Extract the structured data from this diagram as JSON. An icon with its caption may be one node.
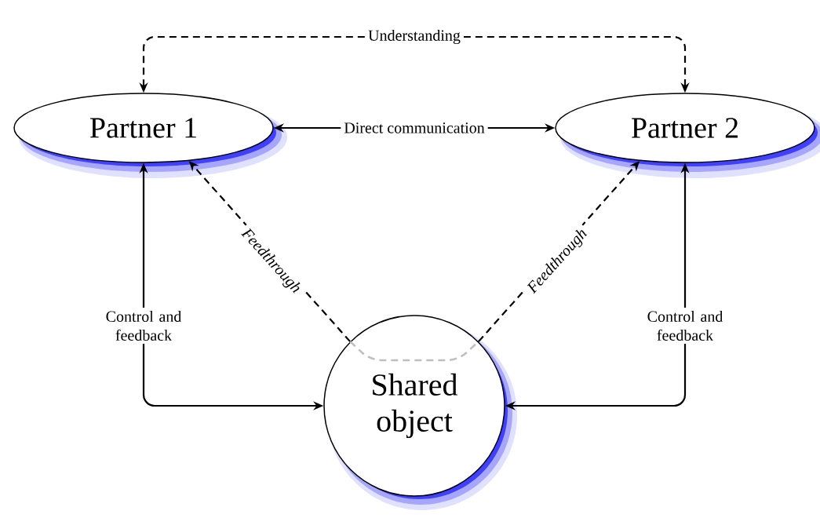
{
  "diagram": {
    "nodes": [
      {
        "text": [
          "Partner 1"
        ]
      },
      {
        "text": [
          "Partner 2"
        ]
      },
      {
        "text": [
          "Shared object"
        ]
      }
    ],
    "edges": [
      {
        "from": 0,
        "to": 1,
        "arrow": "both",
        "label": "Understanding",
        "style": "dashed"
      },
      {
        "from": 0,
        "to": 1,
        "arrow": "both",
        "label": "Direct communication"
      },
      {
        "from": 2,
        "to": 0,
        "arrow": "to",
        "label": "*Feedthrough*",
        "style": "dashed"
      },
      {
        "from": 2,
        "to": 1,
        "arrow": "to",
        "label": "*Feedthrough*",
        "style": "dashed"
      },
      {
        "from": 0,
        "to": 2,
        "arrow": "both",
        "label": "Control and feedback"
      },
      {
        "from": 1,
        "to": 2,
        "arrow": "both",
        "label": "Control and feedback"
      }
    ]
  }
}
